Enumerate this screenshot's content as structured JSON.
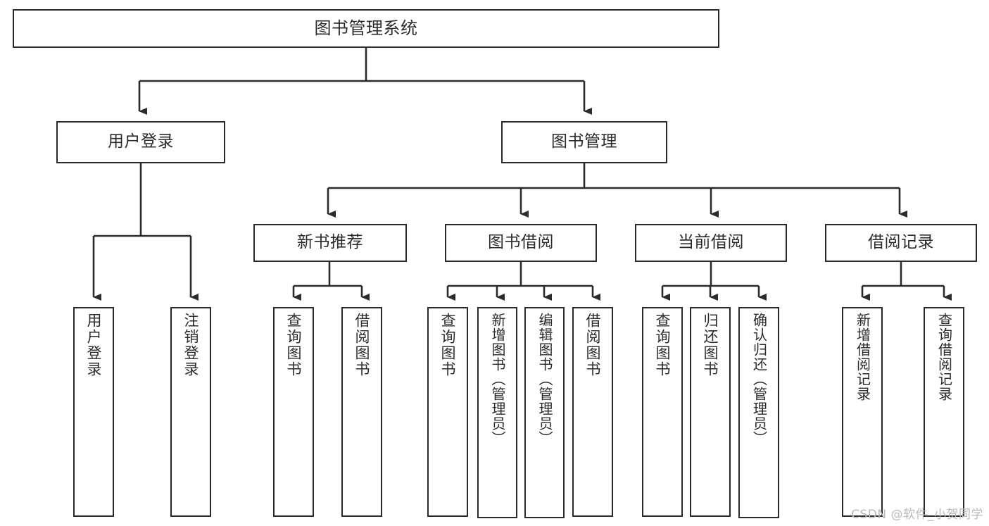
{
  "diagram": {
    "title": "图书管理系统",
    "watermark": "CSDN @软件_小贺同学",
    "line_color": "#2b2b2b",
    "box_fill": "#ffffff",
    "text_color": "#2b2b2b",
    "watermark_color": "#b9b9b9"
  },
  "nodes": {
    "root": {
      "label": "图书管理系统"
    },
    "level2": [
      {
        "label": "用户登录"
      },
      {
        "label": "图书管理"
      }
    ],
    "level3": [
      {
        "label": "新书推荐"
      },
      {
        "label": "图书借阅"
      },
      {
        "label": "当前借阅"
      },
      {
        "label": "借阅记录"
      }
    ],
    "leaves": {
      "user_login": [
        {
          "label": "用户登录"
        },
        {
          "label": "注销登录"
        }
      ],
      "new_book_recommend": [
        {
          "label": "查询图书"
        },
        {
          "label": "借阅图书"
        }
      ],
      "book_borrow": [
        {
          "label": "查询图书"
        },
        {
          "label": "新增图书（管理员）"
        },
        {
          "label": "编辑图书（管理员）"
        },
        {
          "label": "借阅图书"
        }
      ],
      "current_borrow": [
        {
          "label": "查询图书"
        },
        {
          "label": "归还图书"
        },
        {
          "label": "确认归还（管理员）"
        }
      ],
      "borrow_record": [
        {
          "label": "新增借阅记录"
        },
        {
          "label": "查询借阅记录"
        }
      ]
    }
  }
}
